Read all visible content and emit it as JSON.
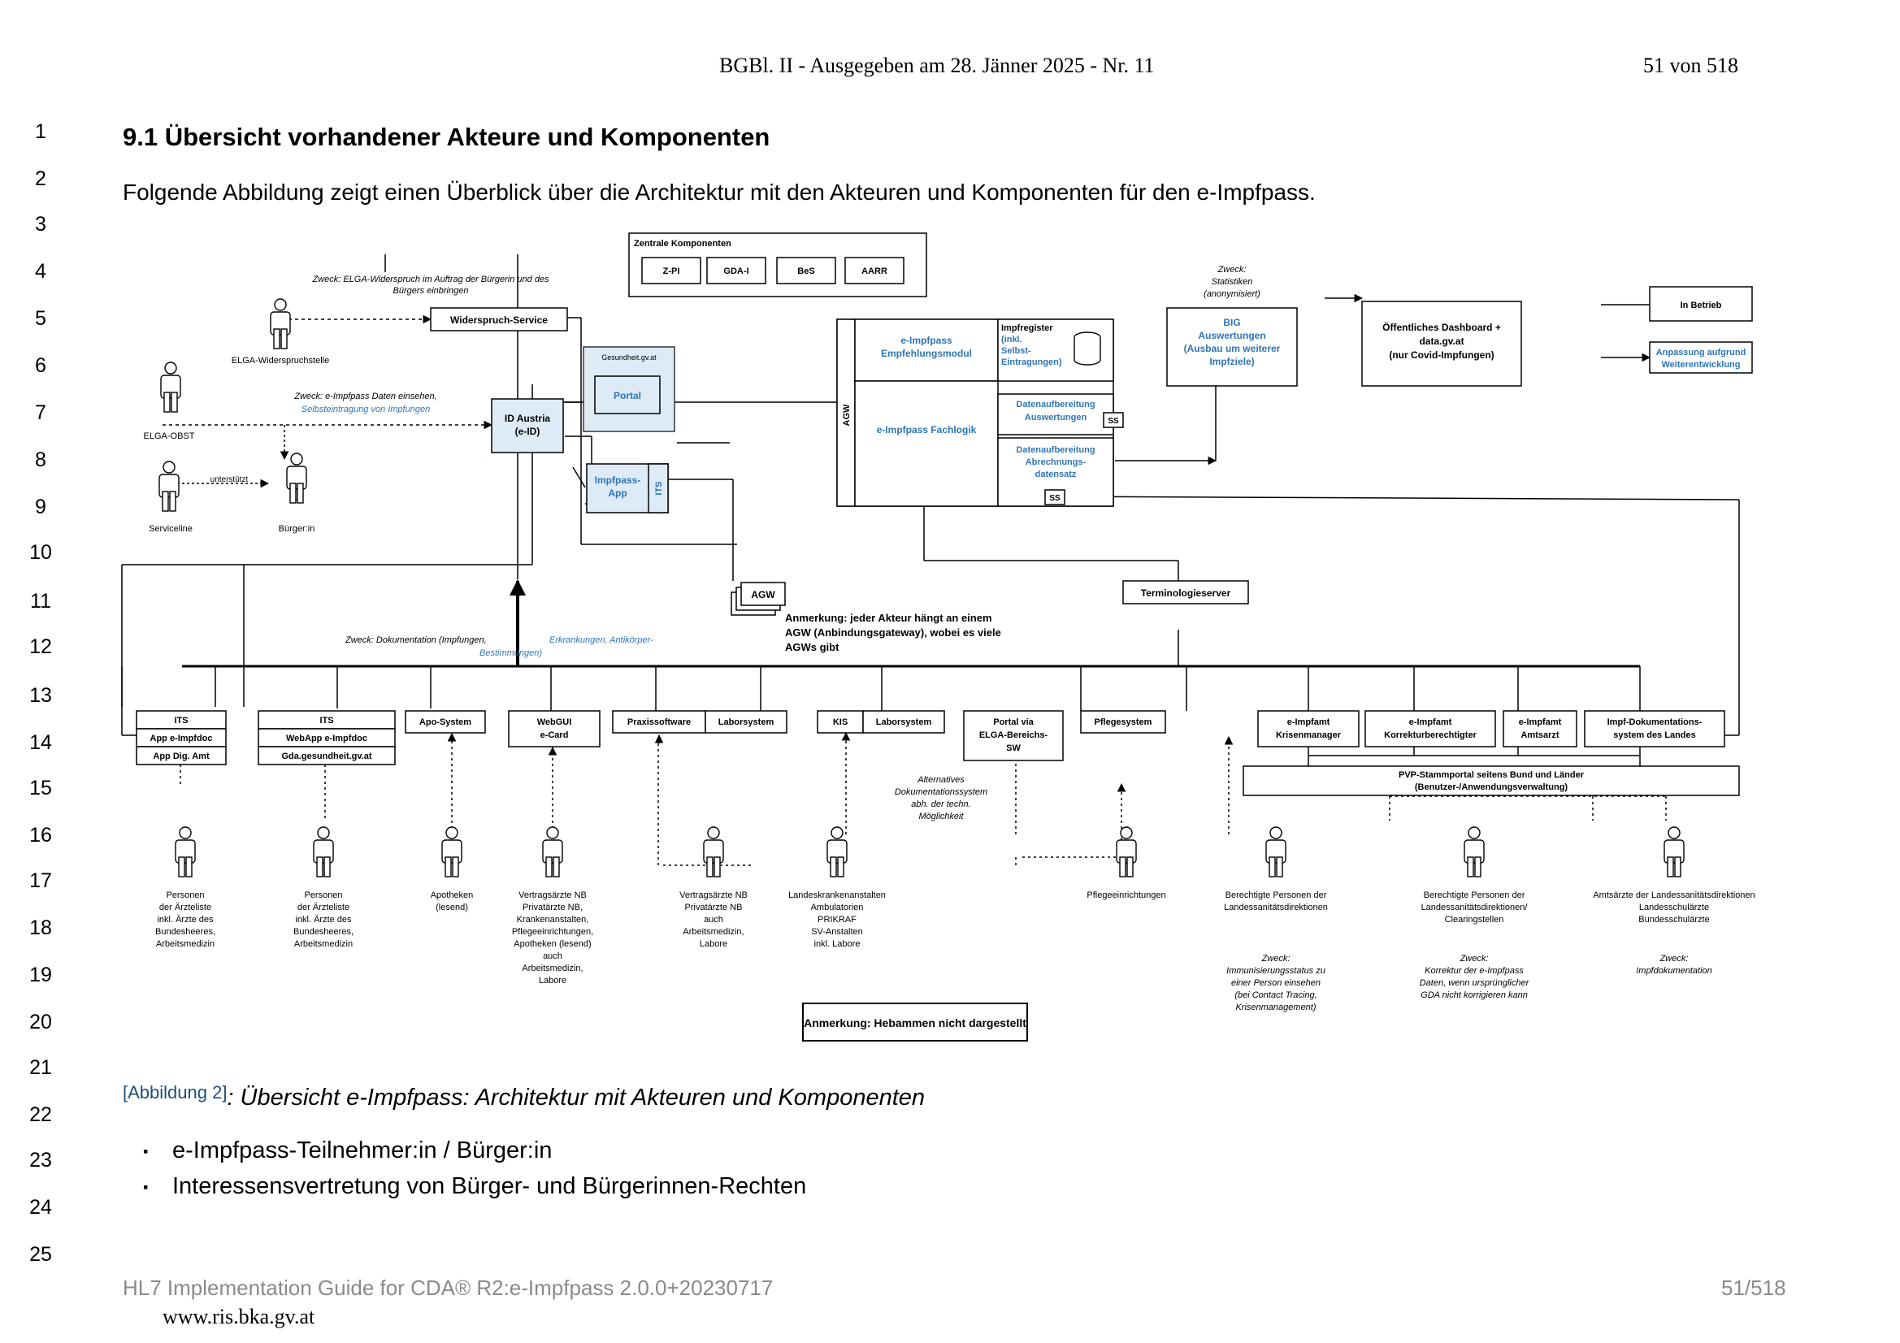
{
  "header": {
    "gazette": "BGBl. II - Ausgegeben am 28. Jänner 2025 - Nr. 11",
    "page": "51 von 518"
  },
  "line_numbers": [
    "1",
    "2",
    "3",
    "4",
    "5",
    "6",
    "7",
    "8",
    "9",
    "10",
    "11",
    "12",
    "13",
    "14",
    "15",
    "16",
    "17",
    "18",
    "19",
    "20",
    "21",
    "22",
    "23",
    "24",
    "25"
  ],
  "section_heading": "9.1 Übersicht vorhandener Akteure und Komponenten",
  "intro_text": "Folgende Abbildung zeigt einen Überblick über die Architektur mit den Akteuren und Komponenten für den e-Impfpass.",
  "figure": {
    "zentrale_title": "Zentrale Komponenten",
    "zentrale_items": [
      "Z-PI",
      "GDA-I",
      "BeS",
      "AARR"
    ],
    "zweck_widerspruch": [
      "Zweck: ELGA-Widerspruch im Auftrag der Bürgerin und des",
      "Bürgers einbringen"
    ],
    "widerspruch_service": "Widerspruch-Service",
    "actor_elga_widerspruch": "ELGA-Widerspruchstelle",
    "gesundheit": "Gesundheit.gv.at",
    "portal": "Portal",
    "zweck_einsehen": "Zweck: e-Impfpass Daten einsehen,",
    "selbsteintragung": "Selbsteintragung von Impfungen",
    "actor_elga_obst": "ELGA-OBST",
    "id_austria": [
      "ID Austria",
      "(e-ID)"
    ],
    "unterstuetzt": "unterstützt",
    "actor_serviceline": "Serviceline",
    "actor_buerger": "Bürger:in",
    "impfpass_app": [
      "Impfpass-",
      "App"
    ],
    "its": "ITS",
    "agw_label": "AGW",
    "empfehlungsmodul": [
      "e-Impfpass",
      "Empfehlungsmodul"
    ],
    "impfregister": [
      "Impfregister",
      "(inkl.",
      "Selbst-",
      "Eintragungen)"
    ],
    "fachlogik": "e-Impfpass Fachlogik",
    "datenauf_auswertung": [
      "Datenaufbereitung",
      "Auswertungen"
    ],
    "datenauf_abrechnung": [
      "Datenaufbereitung",
      "Abrechnungs-",
      "datensatz"
    ],
    "ss": "SS",
    "zweck_statistik": [
      "Zweck:",
      "Statistiken",
      "(anonymisiert)"
    ],
    "big": [
      "BIG",
      "Auswertungen",
      "(Ausbau um weiterer",
      "Impfziele)"
    ],
    "dashboard": [
      "Öffentliches Dashboard +",
      "data.gv.at",
      "(nur Covid-Impfungen)"
    ],
    "legend_betrieb": "In Betrieb",
    "legend_anpassung": [
      "Anpassung aufgrund",
      "Weiterentwicklung"
    ],
    "agw_stack": "AGW",
    "terminologieserver": "Terminologieserver",
    "anmerkung_agw": [
      "Anmerkung: jeder Akteur hängt an einem",
      "AGW (Anbindungsgateway), wobei es viele",
      "AGWs gibt"
    ],
    "zweck_doku": "Zweck: Dokumentation (Impfungen,",
    "zweck_doku_blue": "Erkrankungen, Antikörper-",
    "zweck_doku_blue2": "Bestimmungen)",
    "b_its1": [
      "ITS",
      "App e-Impfdoc",
      "App Dig. Amt"
    ],
    "b_its2": [
      "ITS",
      "WebApp e-Impfdoc",
      "Gda.gesundheit.gv.at"
    ],
    "b_apo": "Apo-System",
    "b_webgui": [
      "WebGUI",
      "e-Card"
    ],
    "b_praxis": "Praxissoftware",
    "b_labor1": "Laborsystem",
    "b_kis": "KIS",
    "b_labor2": "Laborsystem",
    "b_portal_elga": [
      "Portal via",
      "ELGA-Bereichs-",
      "SW"
    ],
    "b_pflege": "Pflegesystem",
    "b_krisen": [
      "e-Impfamt",
      "Krisenmanager"
    ],
    "b_korrektur": [
      "e-Impfamt",
      "Korrekturberechtigter"
    ],
    "b_amtsarzt": [
      "e-Impfamt",
      "Amtsarzt"
    ],
    "b_landes": [
      "Impf-Dokumentations-",
      "system des Landes"
    ],
    "pvp": [
      "PVP-Stammportal seitens Bund und Länder",
      "(Benutzer-/Anwendungsverwaltung)"
    ],
    "alternativ": [
      "Alternatives",
      "Dokumentationssystem",
      "abh. der techn.",
      "Möglichkeit"
    ],
    "p1": [
      "Personen",
      "der Ärzteliste",
      "",
      "inkl. Ärzte des",
      "Bundesheeres,",
      "Arbeitsmedizin"
    ],
    "p2": [
      "Personen",
      "der Ärzteliste",
      "",
      "inkl. Ärzte des",
      "Bundesheeres,",
      "Arbeitsmedizin"
    ],
    "p3": [
      "Apotheken",
      "(lesend)"
    ],
    "p4": [
      "Vertragsärzte NB",
      "Privatärzte NB,",
      "Krankenanstalten,",
      "Pflegeeinrichtungen,",
      "Apotheken (lesend)",
      "",
      "auch",
      "Arbeitsmedizin,",
      "Labore"
    ],
    "p5": [
      "Vertragsärzte NB",
      "Privatärzte NB",
      "",
      "auch",
      "Arbeitsmedizin,",
      "Labore"
    ],
    "p6": [
      "Landeskrankenanstalten",
      "Ambulatorien",
      "PRIKRAF",
      "SV-Anstalten",
      "",
      "inkl. Labore"
    ],
    "p7": [
      "Pflegeeinrichtungen"
    ],
    "p8": [
      "Berechtigte Personen der",
      "Landessanitätsdirektionen"
    ],
    "p9": [
      "Berechtigte Personen der",
      "Landessanitätsdirektionen/",
      "Clearingstellen"
    ],
    "p10": [
      "Amtsärzte der Landessanitätsdirektionen",
      "Landesschulärzte",
      "Bundesschulärzte"
    ],
    "zweck8": [
      "Zweck:",
      "Immunisierungsstatus zu",
      "einer Person einsehen",
      "(bei Contact Tracing,",
      "Krisenmanagement)"
    ],
    "zweck9": [
      "Zweck:",
      "Korrektur der e-Impfpass",
      "Daten, wenn ursprünglicher",
      "GDA nicht korrigieren kann"
    ],
    "zweck10": [
      "Zweck:",
      "Impfdokumentation"
    ],
    "anmerkung_hebammen": "Anmerkung: Hebammen nicht dargestellt"
  },
  "caption_ref": "[Abbildung 2]",
  "caption_text": ": Übersicht e-Impfpass: Architektur mit Akteuren und Komponenten",
  "bullets": [
    "e-Impfpass-Teilnehmer:in / Bürger:in",
    "Interessensvertretung von Bürger- und Bürgerinnen-Rechten"
  ],
  "footer": {
    "left": "HL7 Implementation Guide for CDA® R2:e-Impfpass 2.0.0+20230717",
    "right": "51/518",
    "url": "www.ris.bka.gv.at"
  },
  "colors": {
    "blue_text": "#2e75b6",
    "box_blue_bg": "#deebf7",
    "caption_blue": "#1f4e79"
  }
}
